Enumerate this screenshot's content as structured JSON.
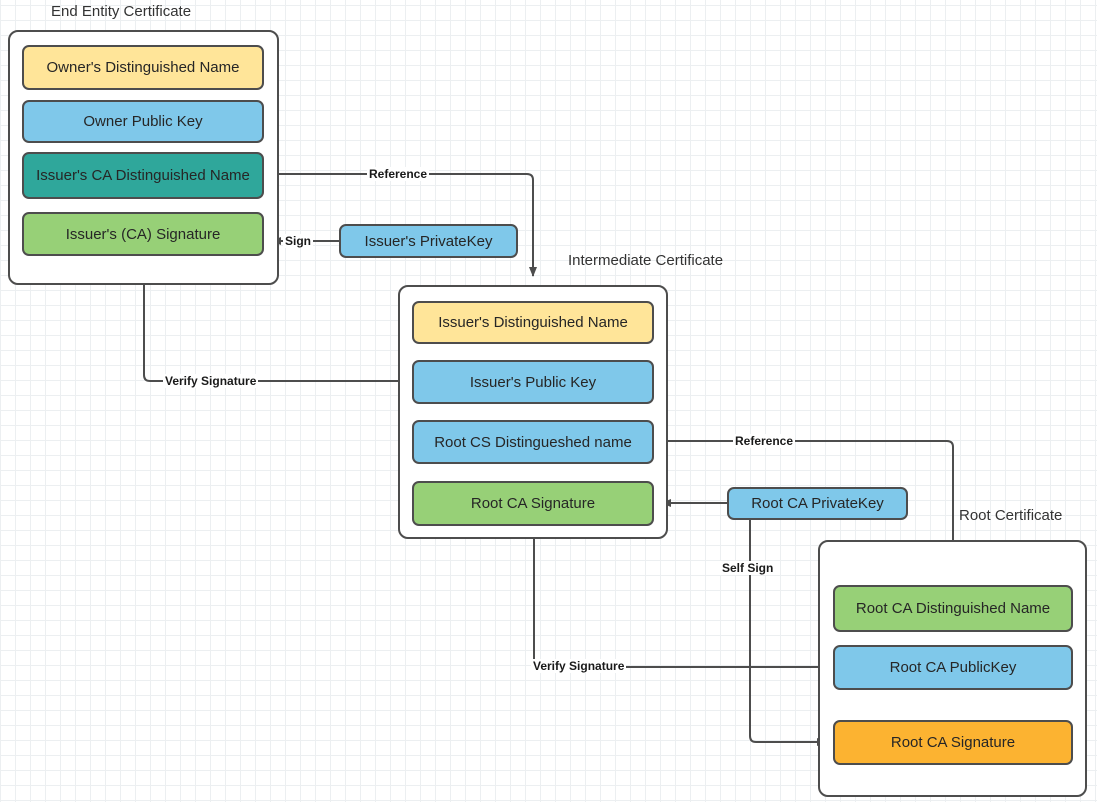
{
  "diagram": {
    "title_note": "X.509 certificate chain of trust diagram",
    "colors": {
      "yellow": "#ffe599",
      "blue": "#7fc8ea",
      "teal": "#2fa79b",
      "green": "#97d077",
      "orange": "#fcb331",
      "stroke": "#4d4d4d",
      "text": "#262626",
      "grid_minor": "#eceff1",
      "grid_major": "#d9dde0"
    }
  },
  "groups": [
    {
      "id": "end_entity",
      "label": "End Entity Certificate"
    },
    {
      "id": "intermediate",
      "label": "Intermediate Certificate"
    },
    {
      "id": "root",
      "label": "Root Certificate"
    }
  ],
  "end_entity_certificate": {
    "label": "End Entity Certificate",
    "fields": [
      {
        "label": "Owner's Distinguished Name",
        "color": "#ffe599"
      },
      {
        "label": "Owner Public  Key",
        "color": "#7fc8ea"
      },
      {
        "label": "Issuer's CA Distinguished Name",
        "color": "#2fa79b"
      },
      {
        "label": "Issuer's (CA) Signature",
        "color": "#97d077"
      }
    ]
  },
  "intermediate_certificate": {
    "label": "Intermediate Certificate",
    "fields": [
      {
        "label": "Issuer's Distinguished Name",
        "color": "#ffe599"
      },
      {
        "label": "Issuer's Public  Key",
        "color": "#7fc8ea"
      },
      {
        "label": "Root CS Distingueshed name",
        "color": "#7fc8ea"
      },
      {
        "label": "Root CA Signature",
        "color": "#97d077"
      }
    ]
  },
  "root_certificate": {
    "label": "Root Certificate",
    "fields": [
      {
        "label": "Root CA Distinguished Name",
        "color": "#97d077"
      },
      {
        "label": "Root CA PublicKey",
        "color": "#7fc8ea"
      },
      {
        "label": "Root CA Signature",
        "color": "#fcb331"
      }
    ]
  },
  "keys": [
    {
      "id": "issuer_private_key",
      "label": "Issuer's PrivateKey",
      "color": "#7fc8ea"
    },
    {
      "id": "root_ca_private_key",
      "label": "Root CA PrivateKey",
      "color": "#7fc8ea"
    }
  ],
  "edge_labels": {
    "reference_top": "Reference",
    "reference_bottom": "Reference",
    "sign": "Sign",
    "self_sign": "Self Sign",
    "verify_signature_top": "Verify Signature",
    "verify_signature_bottom": "Verify Signature"
  }
}
